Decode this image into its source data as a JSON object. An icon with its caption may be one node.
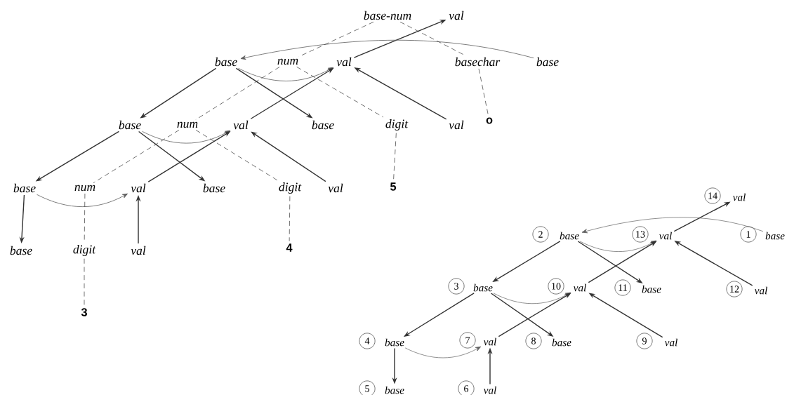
{
  "diagram": {
    "nodes": [
      {
        "text": [
          "base-num"
        ]
      },
      {
        "text": [
          "val"
        ]
      },
      {
        "text": [
          "base"
        ]
      },
      {
        "text": [
          "num"
        ]
      },
      {
        "text": [
          "val"
        ]
      },
      {
        "text": [
          "basechar"
        ]
      },
      {
        "text": [
          "base"
        ]
      },
      {
        "text": [
          "base"
        ]
      },
      {
        "text": [
          "num"
        ]
      },
      {
        "text": [
          "val"
        ]
      },
      {
        "text": [
          "base"
        ]
      },
      {
        "text": [
          "digit"
        ]
      },
      {
        "text": [
          "val"
        ]
      },
      {
        "text": [
          "o"
        ]
      },
      {
        "text": [
          "base"
        ]
      },
      {
        "text": [
          "num"
        ]
      },
      {
        "text": [
          "val"
        ]
      },
      {
        "text": [
          "base"
        ]
      },
      {
        "text": [
          "digit"
        ]
      },
      {
        "text": [
          "val"
        ]
      },
      {
        "text": [
          "5"
        ]
      },
      {
        "text": [
          "base"
        ]
      },
      {
        "text": [
          "digit"
        ]
      },
      {
        "text": [
          "val"
        ]
      },
      {
        "text": [
          "4"
        ]
      },
      {
        "text": [
          "3"
        ]
      },
      {
        "text": [
          "14",
          "val"
        ]
      },
      {
        "text": [
          "2",
          "base"
        ]
      },
      {
        "text": [
          "13",
          "val"
        ]
      },
      {
        "text": [
          "1",
          "base"
        ]
      },
      {
        "text": [
          "3",
          "base"
        ]
      },
      {
        "text": [
          "10",
          "val"
        ]
      },
      {
        "text": [
          "11",
          "base"
        ]
      },
      {
        "text": [
          "12",
          "val"
        ]
      },
      {
        "text": [
          "4",
          "base"
        ]
      },
      {
        "text": [
          "7",
          "val"
        ]
      },
      {
        "text": [
          "8",
          "base"
        ]
      },
      {
        "text": [
          "9",
          "val"
        ]
      },
      {
        "text": [
          "5",
          "base"
        ]
      },
      {
        "text": [
          "6",
          "val"
        ]
      }
    ],
    "edges": [
      {
        "from": 4,
        "to": 1,
        "arrow": "to"
      },
      {
        "from": 6,
        "to": 2,
        "arrow": "to",
        "color": "#606060"
      },
      {
        "from": 2,
        "to": 7,
        "arrow": "to"
      },
      {
        "from": 2,
        "to": 10,
        "arrow": "to"
      },
      {
        "from": 2,
        "to": 4,
        "arrow": "to",
        "color": "#606060"
      },
      {
        "from": 9,
        "to": 4,
        "arrow": "to"
      },
      {
        "from": 12,
        "to": 4,
        "arrow": "to"
      },
      {
        "from": 7,
        "to": 14,
        "arrow": "to"
      },
      {
        "from": 7,
        "to": 17,
        "arrow": "to"
      },
      {
        "from": 7,
        "to": 9,
        "arrow": "to",
        "color": "#606060"
      },
      {
        "from": 16,
        "to": 9,
        "arrow": "to"
      },
      {
        "from": 19,
        "to": 9,
        "arrow": "to"
      },
      {
        "from": 14,
        "to": 21,
        "arrow": "to"
      },
      {
        "from": 14,
        "to": 16,
        "arrow": "to",
        "color": "#606060"
      },
      {
        "from": 23,
        "to": 16,
        "arrow": "to"
      },
      {
        "from": 0,
        "to": 3,
        "arrow": "none",
        "style": "dashed"
      },
      {
        "from": 0,
        "to": 5,
        "arrow": "none",
        "style": "dashed"
      },
      {
        "from": 5,
        "to": 13,
        "arrow": "none",
        "style": "dashed"
      },
      {
        "from": 3,
        "to": 8,
        "arrow": "none",
        "style": "dashed"
      },
      {
        "from": 3,
        "to": 11,
        "arrow": "none",
        "style": "dashed"
      },
      {
        "from": 11,
        "to": 20,
        "arrow": "none",
        "style": "dashed"
      },
      {
        "from": 8,
        "to": 15,
        "arrow": "none",
        "style": "dashed"
      },
      {
        "from": 8,
        "to": 18,
        "arrow": "none",
        "style": "dashed"
      },
      {
        "from": 18,
        "to": 24,
        "arrow": "none",
        "style": "dashed"
      },
      {
        "from": 15,
        "to": 22,
        "arrow": "none",
        "style": "dashed"
      },
      {
        "from": 22,
        "to": 25,
        "arrow": "none",
        "style": "dashed"
      },
      {
        "from": 29,
        "to": 27,
        "arrow": "to",
        "color": "#606060"
      },
      {
        "from": 27,
        "to": 30,
        "arrow": "to"
      },
      {
        "from": 27,
        "to": 32,
        "arrow": "to"
      },
      {
        "from": 27,
        "to": 28,
        "arrow": "to",
        "color": "#606060"
      },
      {
        "from": 31,
        "to": 28,
        "arrow": "to"
      },
      {
        "from": 33,
        "to": 28,
        "arrow": "to"
      },
      {
        "from": 28,
        "to": 26,
        "arrow": "to"
      },
      {
        "from": 30,
        "to": 34,
        "arrow": "to"
      },
      {
        "from": 30,
        "to": 36,
        "arrow": "to"
      },
      {
        "from": 30,
        "to": 31,
        "arrow": "to",
        "color": "#606060"
      },
      {
        "from": 35,
        "to": 31,
        "arrow": "to"
      },
      {
        "from": 37,
        "to": 31,
        "arrow": "to"
      },
      {
        "from": 34,
        "to": 38,
        "arrow": "to"
      },
      {
        "from": 34,
        "to": 35,
        "arrow": "to",
        "color": "#606060"
      },
      {
        "from": 39,
        "to": 35,
        "arrow": "to"
      }
    ]
  }
}
